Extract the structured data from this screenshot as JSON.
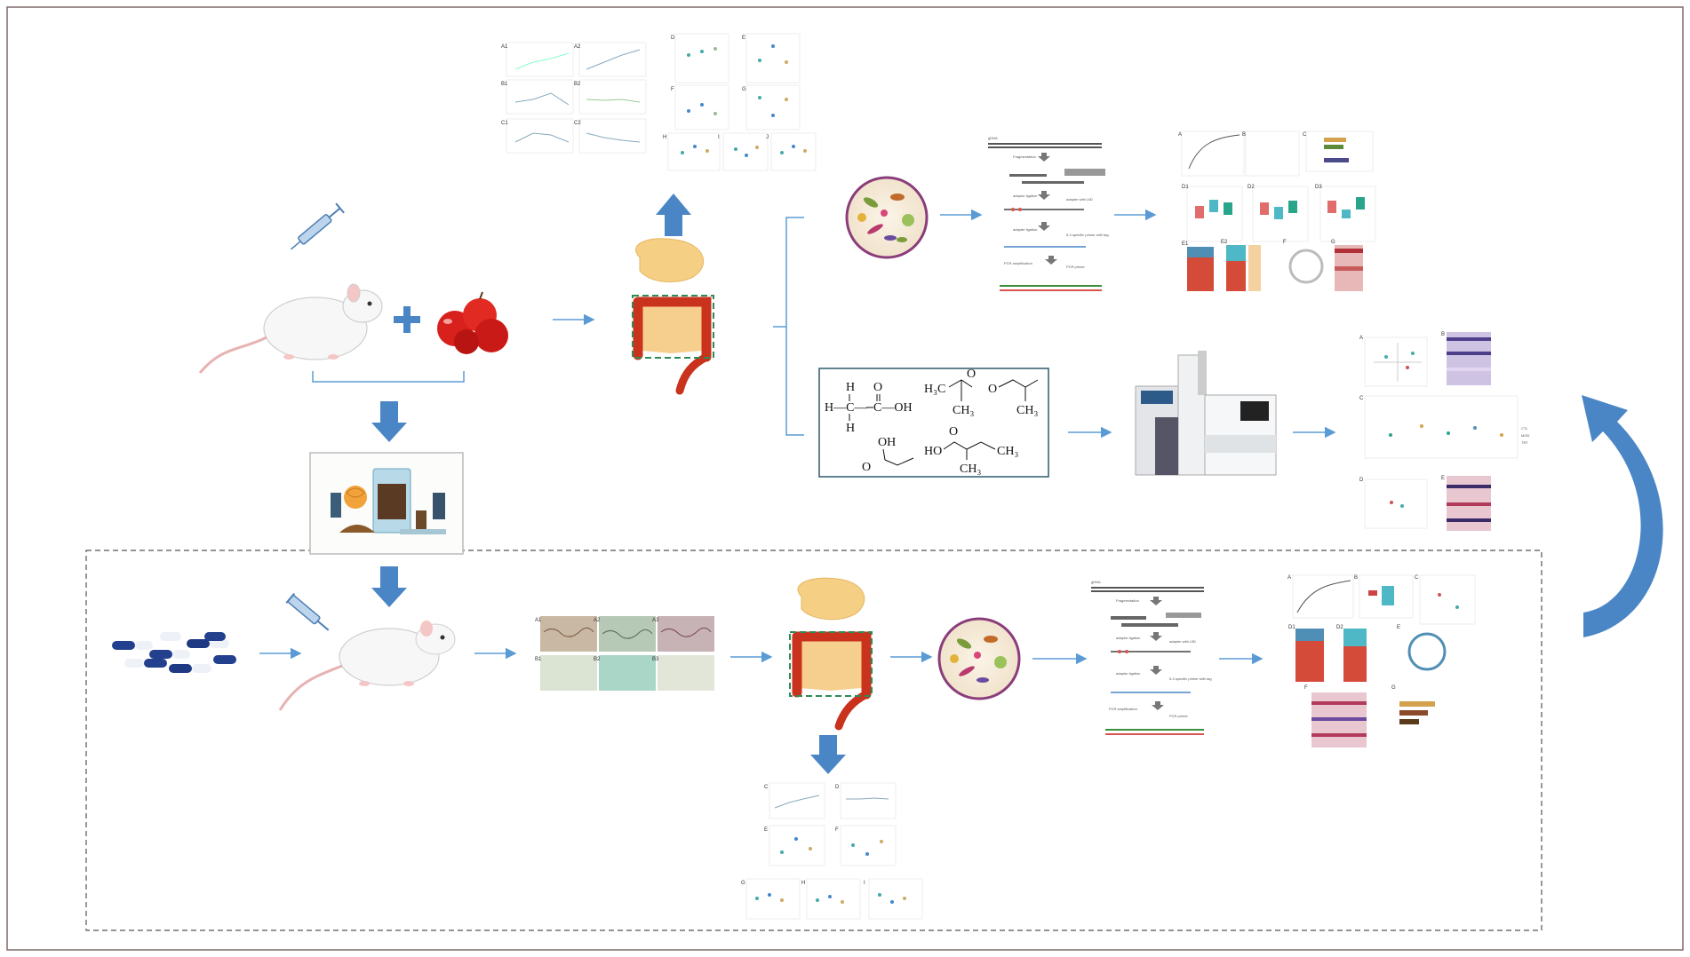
{
  "colors": {
    "arrow": "#5b9bd5",
    "big_arrow": "#4a86c5",
    "frame": "#7f6a6a",
    "dashed": "#555555",
    "gut_dash": "#2e8b57",
    "colon": "#c9321c",
    "stomach": "#f5cf83"
  },
  "icons": [
    "syringe-icon",
    "rat-icon",
    "plus-icon",
    "apple-icon",
    "gut-icon",
    "microbiota-icon",
    "gc-ms-instrument-icon",
    "capsule-icon",
    "curved-return-arrow-icon",
    "lab-supplies-icon"
  ],
  "top_panels": {
    "labels_left": [
      "A1",
      "A2",
      "B1",
      "B2",
      "C1",
      "C2"
    ],
    "labels_right_top": [
      "D",
      "E",
      "F",
      "G"
    ],
    "labels_right_bottom": [
      "H",
      "I",
      "J"
    ]
  },
  "sequencing_top": {
    "steps": [
      "Fragmentation",
      "adaptor ligation",
      "adapter ligation",
      "PCR amplification"
    ],
    "notes": [
      "adapter with UID",
      "5-3 specific primer with tag",
      "PCR primer"
    ]
  },
  "sequencing_bottom": {
    "steps": [
      "Fragmentation",
      "adaptor ligation",
      "adapter ligation",
      "PCR amplification"
    ],
    "notes": [
      "adapter with UID",
      "5-3 specific primer with tag",
      "PCR primer"
    ]
  },
  "microbiome_top_labels": [
    "A",
    "B",
    "C",
    "D1",
    "D2",
    "D3",
    "E1",
    "E2",
    "F",
    "G"
  ],
  "metabolite_labels": [
    "A",
    "B",
    "C",
    "D",
    "E"
  ],
  "metabolite_legend": [
    "CTL",
    "MOD",
    "TRT"
  ],
  "chem": {
    "h": "H",
    "c": "C",
    "o": "O",
    "oh": "OH",
    "coh": "C—OH",
    "hc": "H—C—",
    "h3c": "H₃C",
    "ch3": "CH₃",
    "ho": "HO"
  },
  "histo_labels": [
    "A1",
    "A2",
    "A3",
    "B1",
    "B2",
    "B3"
  ],
  "bottom_panels": [
    "C",
    "D",
    "E",
    "F",
    "G",
    "H",
    "I"
  ],
  "microbiome_bottom_labels": [
    "A",
    "B",
    "C",
    "D1",
    "D2",
    "E",
    "F",
    "G"
  ]
}
